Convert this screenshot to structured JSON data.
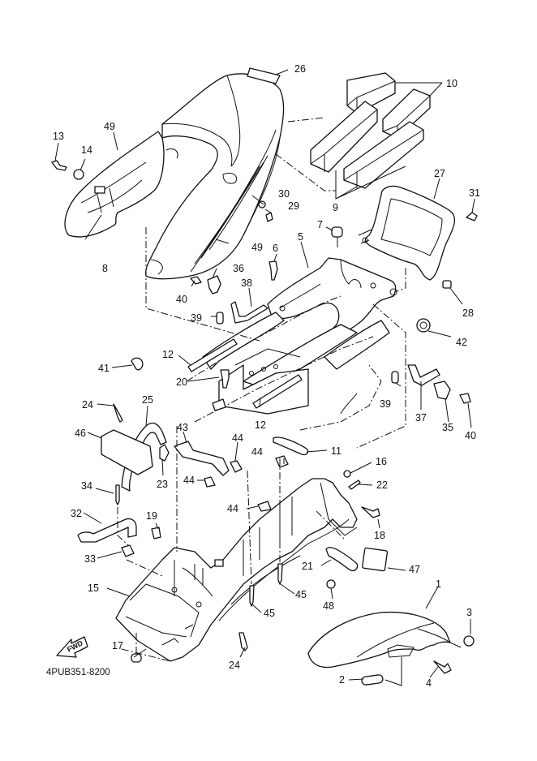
{
  "diagram": {
    "type": "exploded-parts-diagram",
    "reference_code": "4PUB351-8200",
    "direction_indicator": "FWD",
    "line_color": "#111111",
    "background_color": "#ffffff",
    "callouts": [
      {
        "id": "c1",
        "label": "1",
        "part": "front-fender"
      },
      {
        "id": "c2",
        "label": "2",
        "part": "fender-collar"
      },
      {
        "id": "c3",
        "label": "3",
        "part": "fender-grommet"
      },
      {
        "id": "c4",
        "label": "4",
        "part": "fender-bolt"
      },
      {
        "id": "c5",
        "label": "5",
        "part": "rear-frame-bracket"
      },
      {
        "id": "c6",
        "label": "6",
        "part": "bracket-bolt"
      },
      {
        "id": "c7",
        "label": "7",
        "part": "damper-cap"
      },
      {
        "id": "c8",
        "label": "8",
        "part": "tail-cowl-side-cover"
      },
      {
        "id": "c9",
        "label": "9",
        "part": "seat-damper-lower"
      },
      {
        "id": "c10",
        "label": "10",
        "part": "seat-damper-upper"
      },
      {
        "id": "c11",
        "label": "11",
        "part": "rubber-strip"
      },
      {
        "id": "c12a",
        "label": "12",
        "part": "frame-damper-upper"
      },
      {
        "id": "c12b",
        "label": "12",
        "part": "frame-damper-lower"
      },
      {
        "id": "c13",
        "label": "13",
        "part": "cowl-screw"
      },
      {
        "id": "c14",
        "label": "14",
        "part": "cowl-nut"
      },
      {
        "id": "c15",
        "label": "15",
        "part": "rear-fender"
      },
      {
        "id": "c16",
        "label": "16",
        "part": "nut"
      },
      {
        "id": "c17",
        "label": "17",
        "part": "grommet"
      },
      {
        "id": "c18",
        "label": "18",
        "part": "bolt"
      },
      {
        "id": "c19",
        "label": "19",
        "part": "clip-nut"
      },
      {
        "id": "c20",
        "label": "20",
        "part": "frame-bolt"
      },
      {
        "id": "c21",
        "label": "21",
        "part": "license-bracket"
      },
      {
        "id": "c22",
        "label": "22",
        "part": "rivet"
      },
      {
        "id": "c23",
        "label": "23",
        "part": "stay"
      },
      {
        "id": "c24a",
        "label": "24",
        "part": "rivet-upper"
      },
      {
        "id": "c24b",
        "label": "24",
        "part": "rivet-lower"
      },
      {
        "id": "c25",
        "label": "25",
        "part": "grab-bar"
      },
      {
        "id": "c26",
        "label": "26",
        "part": "emblem"
      },
      {
        "id": "c27",
        "label": "27",
        "part": "tail-light-cover"
      },
      {
        "id": "c28",
        "label": "28",
        "part": "cover-nut"
      },
      {
        "id": "c29",
        "label": "29",
        "part": "screw"
      },
      {
        "id": "c30",
        "label": "30",
        "part": "washer"
      },
      {
        "id": "c31",
        "label": "31",
        "part": "cover-screw"
      },
      {
        "id": "c32",
        "label": "32",
        "part": "seat-strap"
      },
      {
        "id": "c33",
        "label": "33",
        "part": "strap-bracket"
      },
      {
        "id": "c34",
        "label": "34",
        "part": "strap-rivet"
      },
      {
        "id": "c35",
        "label": "35",
        "part": "lock-holder-right"
      },
      {
        "id": "c36",
        "label": "36",
        "part": "lock-holder-left"
      },
      {
        "id": "c37",
        "label": "37",
        "part": "hook-right"
      },
      {
        "id": "c38",
        "label": "38",
        "part": "hook-left"
      },
      {
        "id": "c39a",
        "label": "39",
        "part": "collar-left"
      },
      {
        "id": "c39b",
        "label": "39",
        "part": "collar-right"
      },
      {
        "id": "c40a",
        "label": "40",
        "part": "holder-bolt-left"
      },
      {
        "id": "c40b",
        "label": "40",
        "part": "holder-bolt-right"
      },
      {
        "id": "c41",
        "label": "41",
        "part": "cable-clamp"
      },
      {
        "id": "c42",
        "label": "42",
        "part": "reflector"
      },
      {
        "id": "c43",
        "label": "43",
        "part": "band"
      },
      {
        "id": "c44a",
        "label": "44",
        "part": "clip-a"
      },
      {
        "id": "c44b",
        "label": "44",
        "part": "clip-b"
      },
      {
        "id": "c44c",
        "label": "44",
        "part": "clip-c"
      },
      {
        "id": "c44d",
        "label": "44",
        "part": "clip-d"
      },
      {
        "id": "c45a",
        "label": "45",
        "part": "rivet-a"
      },
      {
        "id": "c45b",
        "label": "45",
        "part": "rivet-b"
      },
      {
        "id": "c46",
        "label": "46",
        "part": "tool-holder"
      },
      {
        "id": "c47",
        "label": "47",
        "part": "license-light-pad"
      },
      {
        "id": "c48",
        "label": "48",
        "part": "nut"
      },
      {
        "id": "c49a",
        "label": "49",
        "part": "cowl-graphic-left"
      },
      {
        "id": "c49b",
        "label": "49",
        "part": "cowl-graphic-right"
      }
    ]
  }
}
